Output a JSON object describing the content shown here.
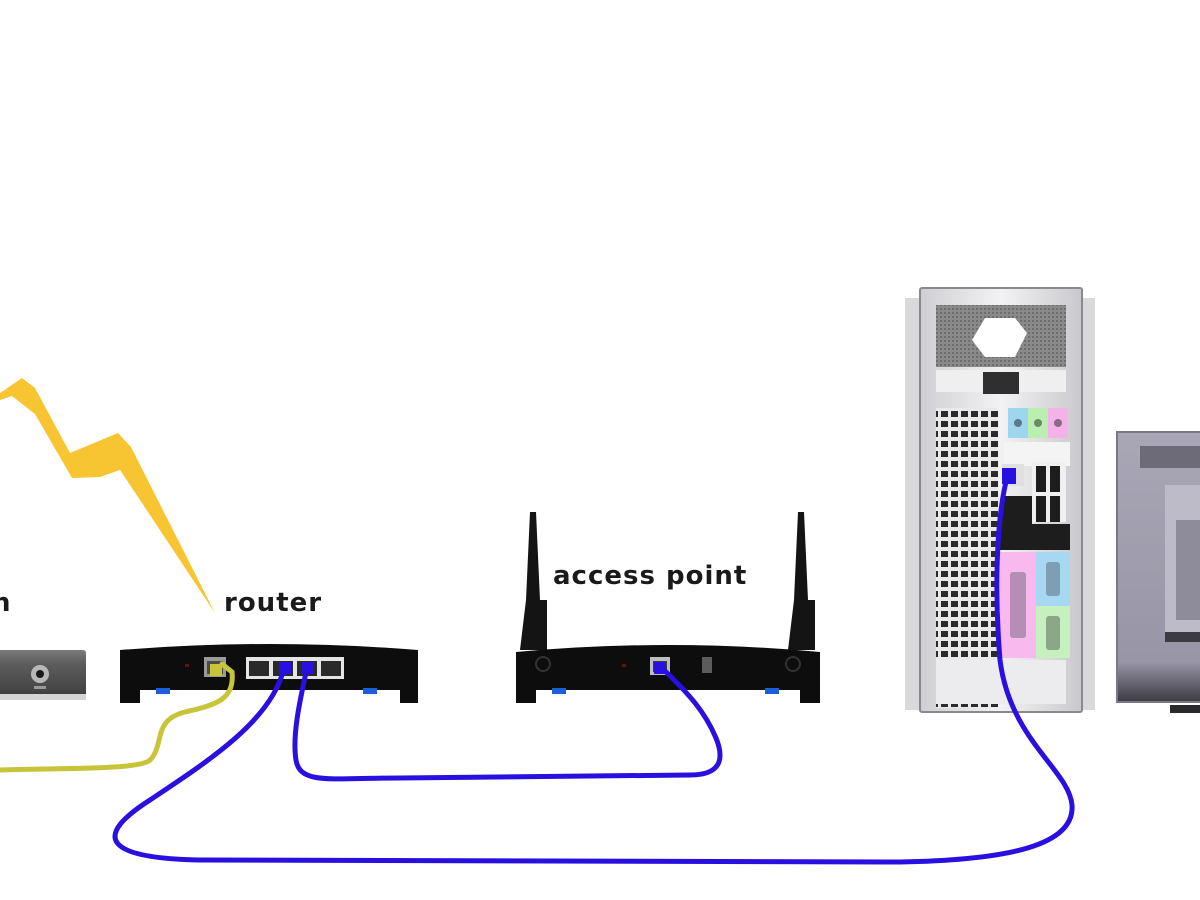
{
  "diagram": {
    "title": "Home network connection diagram",
    "nodes": [
      {
        "id": "modem",
        "label": "",
        "kind": "modem",
        "partially_visible": true
      },
      {
        "id": "router",
        "label": "router",
        "kind": "router"
      },
      {
        "id": "access_point",
        "label": "access point",
        "kind": "wireless-access-point"
      },
      {
        "id": "pc",
        "label": "",
        "kind": "desktop-tower"
      },
      {
        "id": "monitor",
        "label": "",
        "kind": "monitor",
        "partially_visible": true
      }
    ],
    "modem_label_fragment": "n",
    "edges": [
      {
        "from": "modem",
        "to": "router",
        "cable": "yellow",
        "port": "WAN"
      },
      {
        "from": "router",
        "to": "access_point",
        "cable": "blue",
        "port": "LAN"
      },
      {
        "from": "router",
        "to": "pc",
        "cable": "blue",
        "port": "LAN"
      }
    ],
    "signal": {
      "kind": "lightning-bolt",
      "target": "router"
    },
    "colors": {
      "background": "#ffffff",
      "ethernet_cable": "#2a10e0",
      "wan_cable": "#c8c43a",
      "bolt": "#f7c531",
      "device_body": "#0d0d0d",
      "device_feet": "#1c5fd8",
      "tower_body": "#e6e6e8",
      "monitor_body": "#a4a2b2",
      "audio_blue": "#9fd6ef",
      "audio_green": "#b9efb0",
      "audio_pink": "#f4b2e8",
      "label_text": "#1a1a1a"
    }
  }
}
